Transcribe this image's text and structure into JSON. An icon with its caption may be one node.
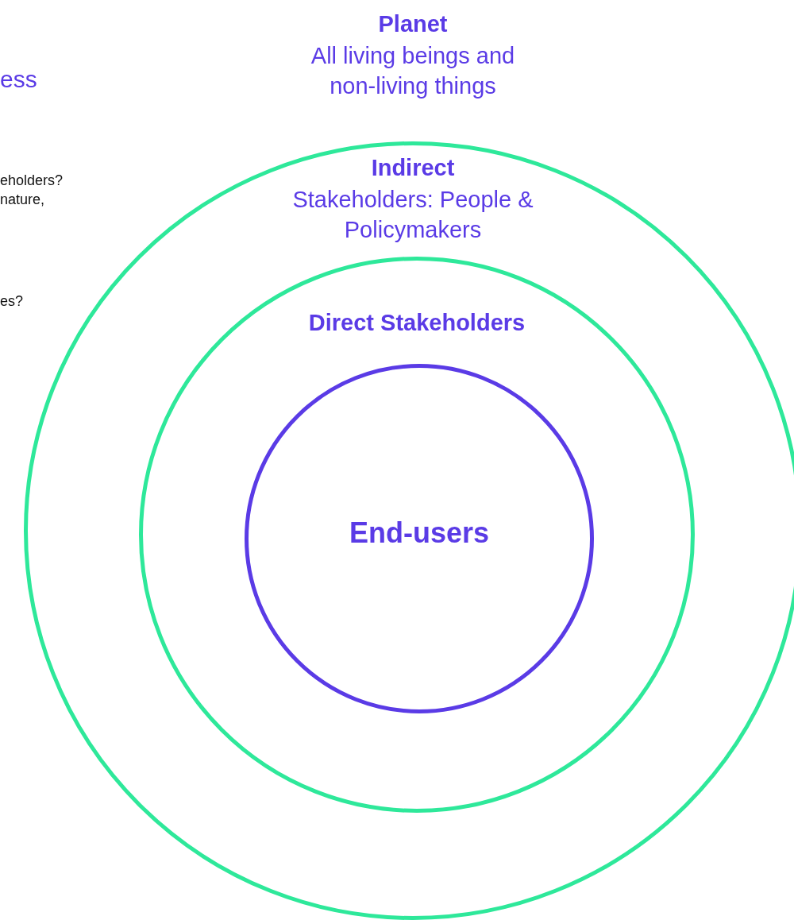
{
  "diagram": {
    "nodes": [
      {
        "text": [
          "Indirect",
          "Stakeholders: People & Policymakers"
        ]
      },
      {
        "text": [
          "Direct Stakeholders"
        ],
        "in": 0
      },
      {
        "text": [
          "End-users"
        ],
        "in": 1
      }
    ],
    "labels": [
      "ess",
      "eholders?",
      "nature,",
      "es?",
      "Planet",
      "All living beings and non-living things"
    ]
  }
}
